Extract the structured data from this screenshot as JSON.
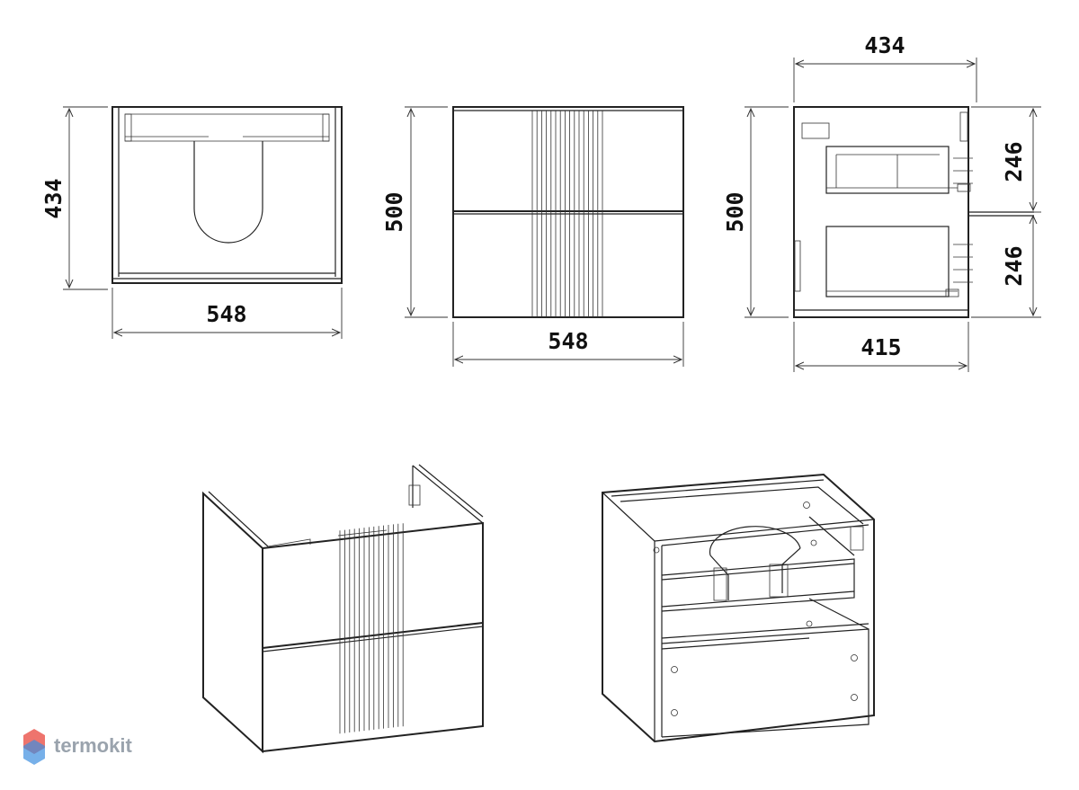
{
  "diagram": {
    "dimensions": {
      "front_open_height": "434",
      "front_open_width": "548",
      "front_height": "500",
      "front_width": "548",
      "side_top_depth": "434",
      "side_height": "500",
      "drawer_top_height": "246",
      "drawer_bottom_height": "246",
      "side_bottom_depth": "415"
    },
    "brand": {
      "name": "termokit"
    },
    "colors": {
      "line": "#222222",
      "brand_text": "#9aa3ad",
      "logo_red": "#e8453c",
      "logo_blue": "#3d8fe0"
    }
  }
}
